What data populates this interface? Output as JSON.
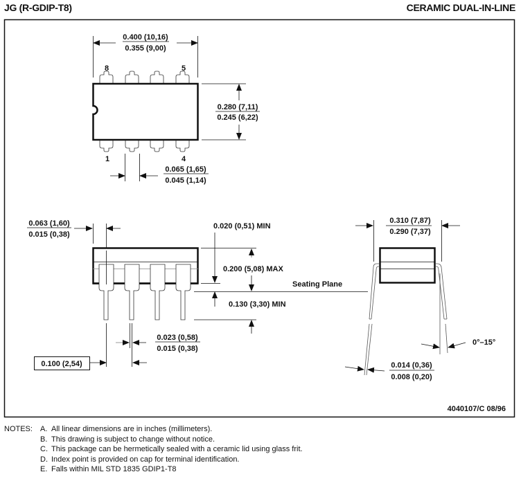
{
  "header": {
    "package_code": "JG (R-GDIP-T8)",
    "package_type": "CERAMIC DUAL-IN-LINE"
  },
  "top_view": {
    "width_max": "0.400 (10,16)",
    "width_min": "0.355 (9,00)",
    "body_max": "0.280 (7,11)",
    "body_min": "0.245 (6,22)",
    "pin_width_max": "0.065 (1,65)",
    "pin_width_min": "0.045 (1,14)",
    "pin_labels": {
      "p8": "8",
      "p5": "5",
      "p1": "1",
      "p4": "4"
    }
  },
  "side_view": {
    "shoulder_max": "0.063 (1,60)",
    "shoulder_min": "0.015 (0,38)",
    "standoff": "0.020 (0,51) MIN",
    "height": "0.200 (5,08) MAX",
    "seating_plane": "Seating Plane",
    "lead_length": "0.130 (3,30) MIN",
    "lead_width_max": "0.023 (0,58)",
    "lead_width_min": "0.015 (0,38)",
    "pitch": "0.100 (2,54)"
  },
  "end_view": {
    "row_max": "0.310 (7,87)",
    "row_min": "0.290 (7,37)",
    "angle": "0°–15°",
    "thick_max": "0.014 (0,36)",
    "thick_min": "0.008 (0,20)"
  },
  "drawing_id": "4040107/C 08/96",
  "notes": {
    "label": "NOTES:",
    "items": [
      {
        "letter": "A.",
        "text": "All linear dimensions are in inches (millimeters)."
      },
      {
        "letter": "B.",
        "text": "This drawing is subject to change without notice."
      },
      {
        "letter": "C.",
        "text": "This package can be hermetically sealed with a ceramic lid using glass frit."
      },
      {
        "letter": "D.",
        "text": "Index point is provided on cap for terminal identification."
      },
      {
        "letter": "E.",
        "text": "Falls within MIL STD 1835 GDIP1-T8"
      }
    ]
  }
}
